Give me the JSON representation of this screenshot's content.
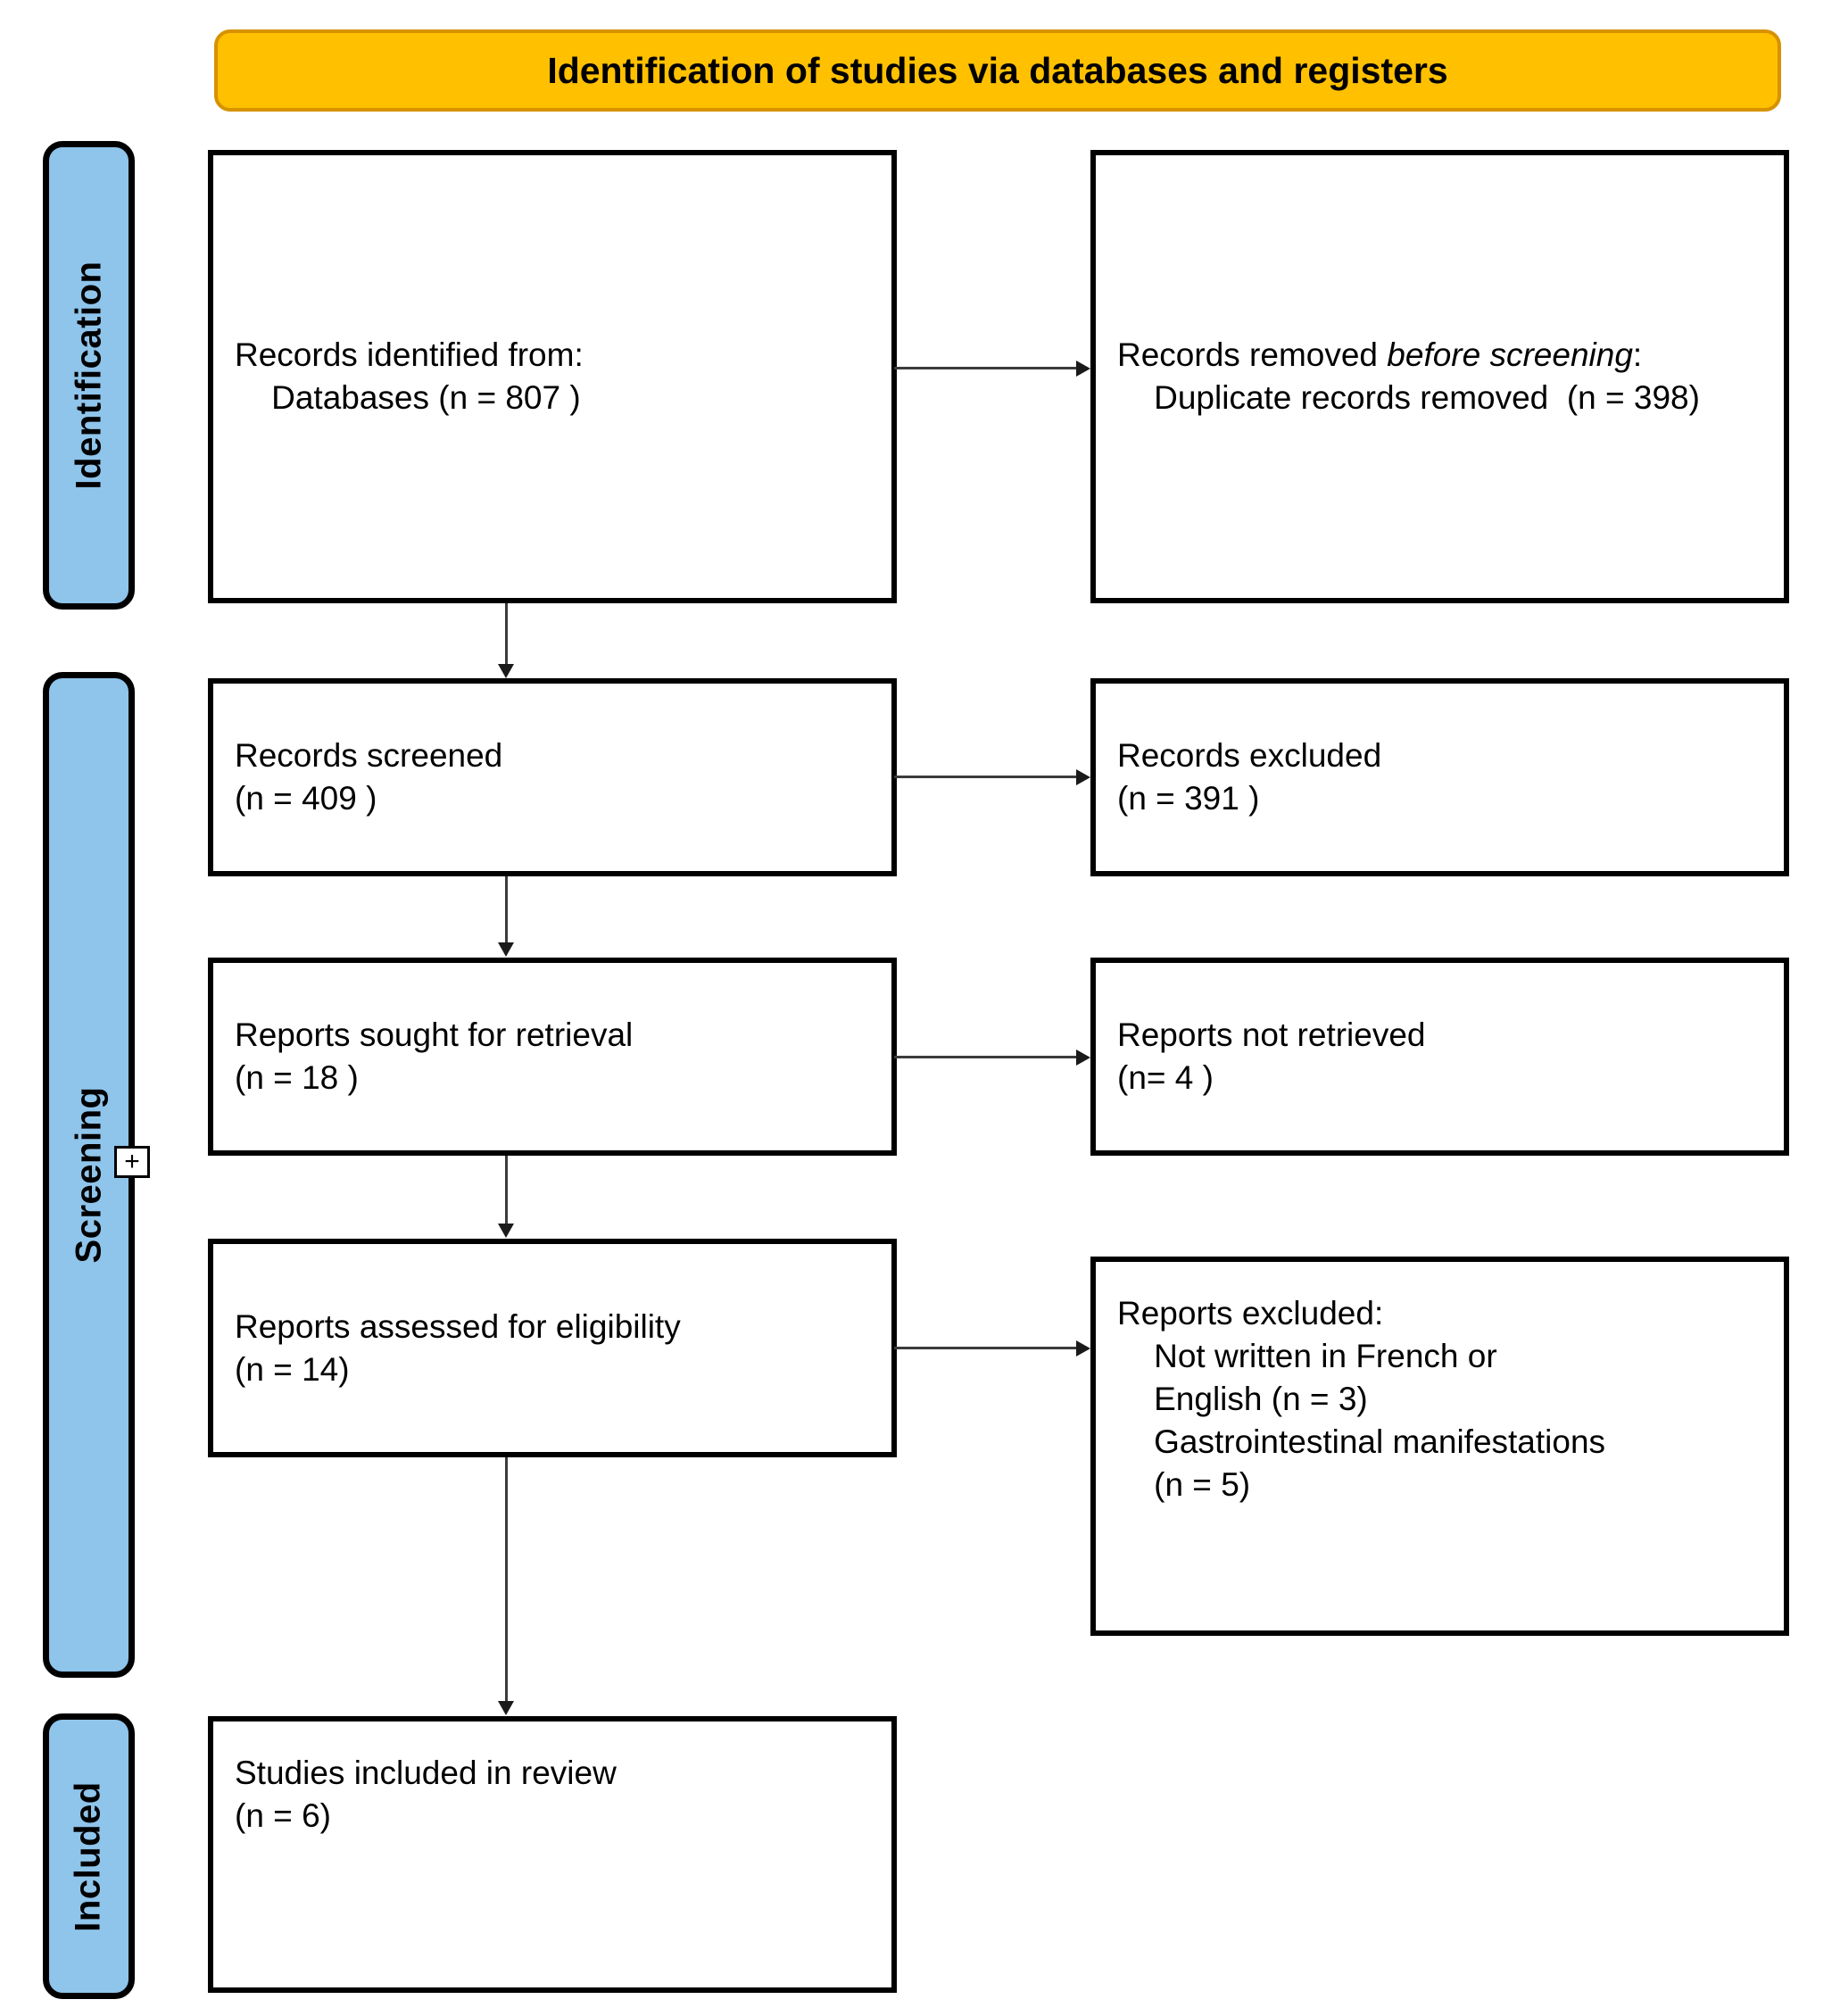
{
  "banner": {
    "title": "Identification of studies via databases and registers",
    "fill_color": "#FFC000",
    "border_color": "#D79200"
  },
  "stages": [
    {
      "key": "identification",
      "label": "Identification",
      "fill_color": "#8FC4EB"
    },
    {
      "key": "screening",
      "label": "Screening",
      "fill_color": "#8FC4EB"
    },
    {
      "key": "included",
      "label": "Included",
      "fill_color": "#8FC4EB"
    }
  ],
  "markers": {
    "screening_plus": "+"
  },
  "boxes": {
    "identified": {
      "line1": "Records identified from:",
      "line2": "    Databases (n = 807 )"
    },
    "removed_before_screening": {
      "lead": "Records removed ",
      "italic": "before screening",
      "colon": ":",
      "detail": "    Duplicate records removed  (n = 398)"
    },
    "records_screened": {
      "line1": "Records screened",
      "line2": "(n = 409 )"
    },
    "records_excluded": {
      "line1": "Records excluded",
      "line2": "(n = 391 )"
    },
    "reports_sought": {
      "line1": "Reports sought for retrieval",
      "line2": "(n = 18 )"
    },
    "reports_not_retrieved": {
      "line1": "Reports not retrieved",
      "line2": "(n= 4 )"
    },
    "reports_assessed": {
      "line1": "Reports assessed for eligibility",
      "line2": "(n = 14)"
    },
    "reports_excluded": {
      "line1": "Reports excluded:",
      "line2": "    Not written in French or",
      "line3": "    English (n = 3)",
      "line4": "    Gastrointestinal manifestations",
      "line5": "    (n = 5)"
    },
    "studies_included": {
      "line1": "Studies included in review",
      "line2": "(n = 6)"
    }
  },
  "chart_data": {
    "type": "diagram",
    "title": "Identification of studies via databases and registers",
    "nodes": [
      {
        "id": "identified",
        "stage": "Identification",
        "label": "Records identified from: Databases",
        "n": 807
      },
      {
        "id": "removed",
        "stage": "Identification",
        "label": "Records removed before screening: Duplicate records removed",
        "n": 398
      },
      {
        "id": "screened",
        "stage": "Screening",
        "label": "Records screened",
        "n": 409
      },
      {
        "id": "excluded",
        "stage": "Screening",
        "label": "Records excluded",
        "n": 391
      },
      {
        "id": "sought",
        "stage": "Screening",
        "label": "Reports sought for retrieval",
        "n": 18
      },
      {
        "id": "not_retrieved",
        "stage": "Screening",
        "label": "Reports not retrieved",
        "n": 4
      },
      {
        "id": "assessed",
        "stage": "Screening",
        "label": "Reports assessed for eligibility",
        "n": 14
      },
      {
        "id": "rexcluded",
        "stage": "Screening",
        "label": "Reports excluded",
        "reasons": [
          {
            "reason": "Not written in French or English",
            "n": 3
          },
          {
            "reason": "Gastrointestinal manifestations",
            "n": 5
          }
        ]
      },
      {
        "id": "included",
        "stage": "Included",
        "label": "Studies included in review",
        "n": 6
      }
    ],
    "edges": [
      {
        "from": "identified",
        "to": "removed",
        "direction": "right"
      },
      {
        "from": "identified",
        "to": "screened",
        "direction": "down"
      },
      {
        "from": "screened",
        "to": "excluded",
        "direction": "right"
      },
      {
        "from": "screened",
        "to": "sought",
        "direction": "down"
      },
      {
        "from": "sought",
        "to": "not_retrieved",
        "direction": "right"
      },
      {
        "from": "sought",
        "to": "assessed",
        "direction": "down"
      },
      {
        "from": "assessed",
        "to": "rexcluded",
        "direction": "right"
      },
      {
        "from": "assessed",
        "to": "included",
        "direction": "down"
      }
    ]
  }
}
